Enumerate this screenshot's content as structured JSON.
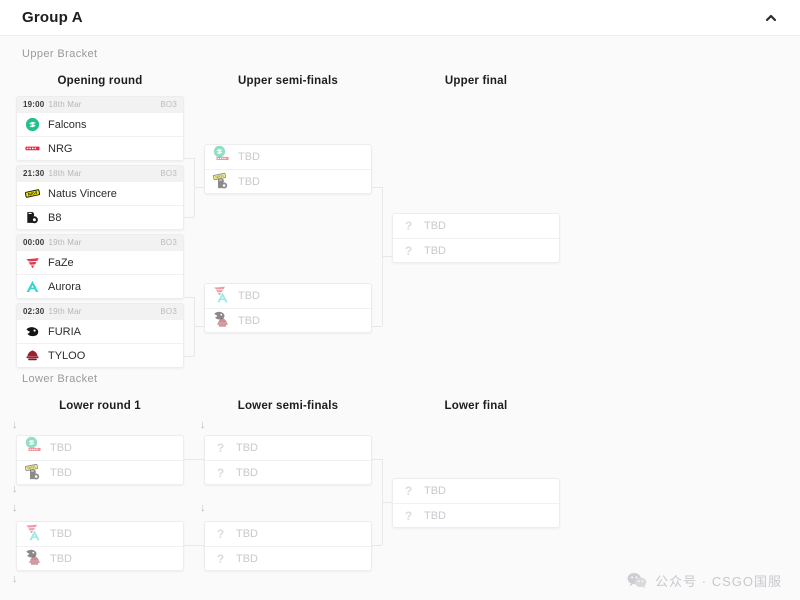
{
  "header": {
    "title": "Group A",
    "collapse_icon": "chevron-up-icon"
  },
  "brackets": {
    "upper_label": "Upper Bracket",
    "lower_label": "Lower Bracket"
  },
  "rounds": {
    "upper": [
      "Opening round",
      "Upper semi-finals",
      "Upper final"
    ],
    "lower": [
      "Lower round 1",
      "Lower semi-finals",
      "Lower final"
    ]
  },
  "tbd_label": "TBD",
  "matches": {
    "opening": [
      {
        "time": "19:00",
        "date": "18th Mar",
        "format": "BO3",
        "teams": [
          {
            "name": "Falcons",
            "logo": "falcons-logo"
          },
          {
            "name": "NRG",
            "logo": "nrg-logo"
          }
        ]
      },
      {
        "time": "21:30",
        "date": "18th Mar",
        "format": "BO3",
        "teams": [
          {
            "name": "Natus Vincere",
            "logo": "navi-logo"
          },
          {
            "name": "B8",
            "logo": "b8-logo"
          }
        ]
      },
      {
        "time": "00:00",
        "date": "19th Mar",
        "format": "BO3",
        "teams": [
          {
            "name": "FaZe",
            "logo": "faze-logo"
          },
          {
            "name": "Aurora",
            "logo": "aurora-logo"
          }
        ]
      },
      {
        "time": "02:30",
        "date": "19th Mar",
        "format": "BO3",
        "teams": [
          {
            "name": "FURIA",
            "logo": "furia-logo"
          },
          {
            "name": "TYLOO",
            "logo": "tyloo-logo"
          }
        ]
      }
    ],
    "upper_semis": [
      {
        "teams": [
          {
            "name": "TBD",
            "stack": [
              "falcons-logo",
              "nrg-logo"
            ]
          },
          {
            "name": "TBD",
            "stack": [
              "navi-logo",
              "b8-logo"
            ]
          }
        ]
      },
      {
        "teams": [
          {
            "name": "TBD",
            "stack": [
              "faze-logo",
              "aurora-logo"
            ]
          },
          {
            "name": "TBD",
            "stack": [
              "furia-logo",
              "tyloo-logo"
            ]
          }
        ]
      }
    ],
    "upper_final": [
      {
        "teams": [
          {
            "name": "TBD",
            "logo": "question-icon"
          },
          {
            "name": "TBD",
            "logo": "question-icon"
          }
        ]
      }
    ],
    "lower_round1": [
      {
        "teams": [
          {
            "name": "TBD",
            "stack": [
              "falcons-logo",
              "nrg-logo"
            ]
          },
          {
            "name": "TBD",
            "stack": [
              "navi-logo",
              "b8-logo"
            ]
          }
        ]
      },
      {
        "teams": [
          {
            "name": "TBD",
            "stack": [
              "faze-logo",
              "aurora-logo"
            ]
          },
          {
            "name": "TBD",
            "stack": [
              "furia-logo",
              "tyloo-logo"
            ]
          }
        ]
      }
    ],
    "lower_semis": [
      {
        "teams": [
          {
            "name": "TBD",
            "logo": "question-icon"
          },
          {
            "name": "TBD",
            "logo": "question-icon"
          }
        ]
      },
      {
        "teams": [
          {
            "name": "TBD",
            "logo": "question-icon"
          },
          {
            "name": "TBD",
            "logo": "question-icon"
          }
        ]
      }
    ],
    "lower_final": [
      {
        "teams": [
          {
            "name": "TBD",
            "logo": "question-icon"
          },
          {
            "name": "TBD",
            "logo": "question-icon"
          }
        ]
      }
    ]
  },
  "feed_arrows": "↓",
  "watermark": {
    "icon": "wechat-icon",
    "text": "公众号 · CSGO国服"
  },
  "colors": {
    "falcons": "#24c08a",
    "nrg": "#e8253d",
    "navi": "#f3e600",
    "b8": "#1a1a1a",
    "faze": "#e03a4e",
    "aurora": "#2fd9d0",
    "furia": "#151515",
    "tyloo": "#9c2230",
    "card_bg": "#ffffff",
    "page_bg": "#fafafa",
    "tbd_text": "#c9c9cf"
  }
}
